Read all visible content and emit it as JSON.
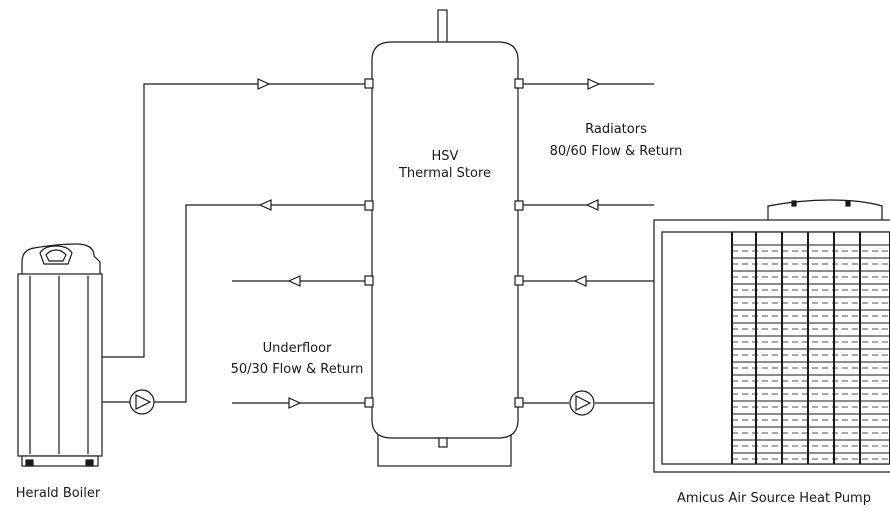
{
  "store": {
    "name_line1": "HSV",
    "name_line2": "Thermal Store"
  },
  "radiators": {
    "line1": "Radiators",
    "line2": "80/60 Flow & Return"
  },
  "underfloor": {
    "line1": "Underfloor",
    "line2": "50/30 Flow & Return"
  },
  "boiler": {
    "label": "Herald Boiler"
  },
  "heat_pump": {
    "label": "Amicus Air Source Heat Pump"
  },
  "colors": {
    "line": "#1a1a1a",
    "background": "#ffffff"
  }
}
